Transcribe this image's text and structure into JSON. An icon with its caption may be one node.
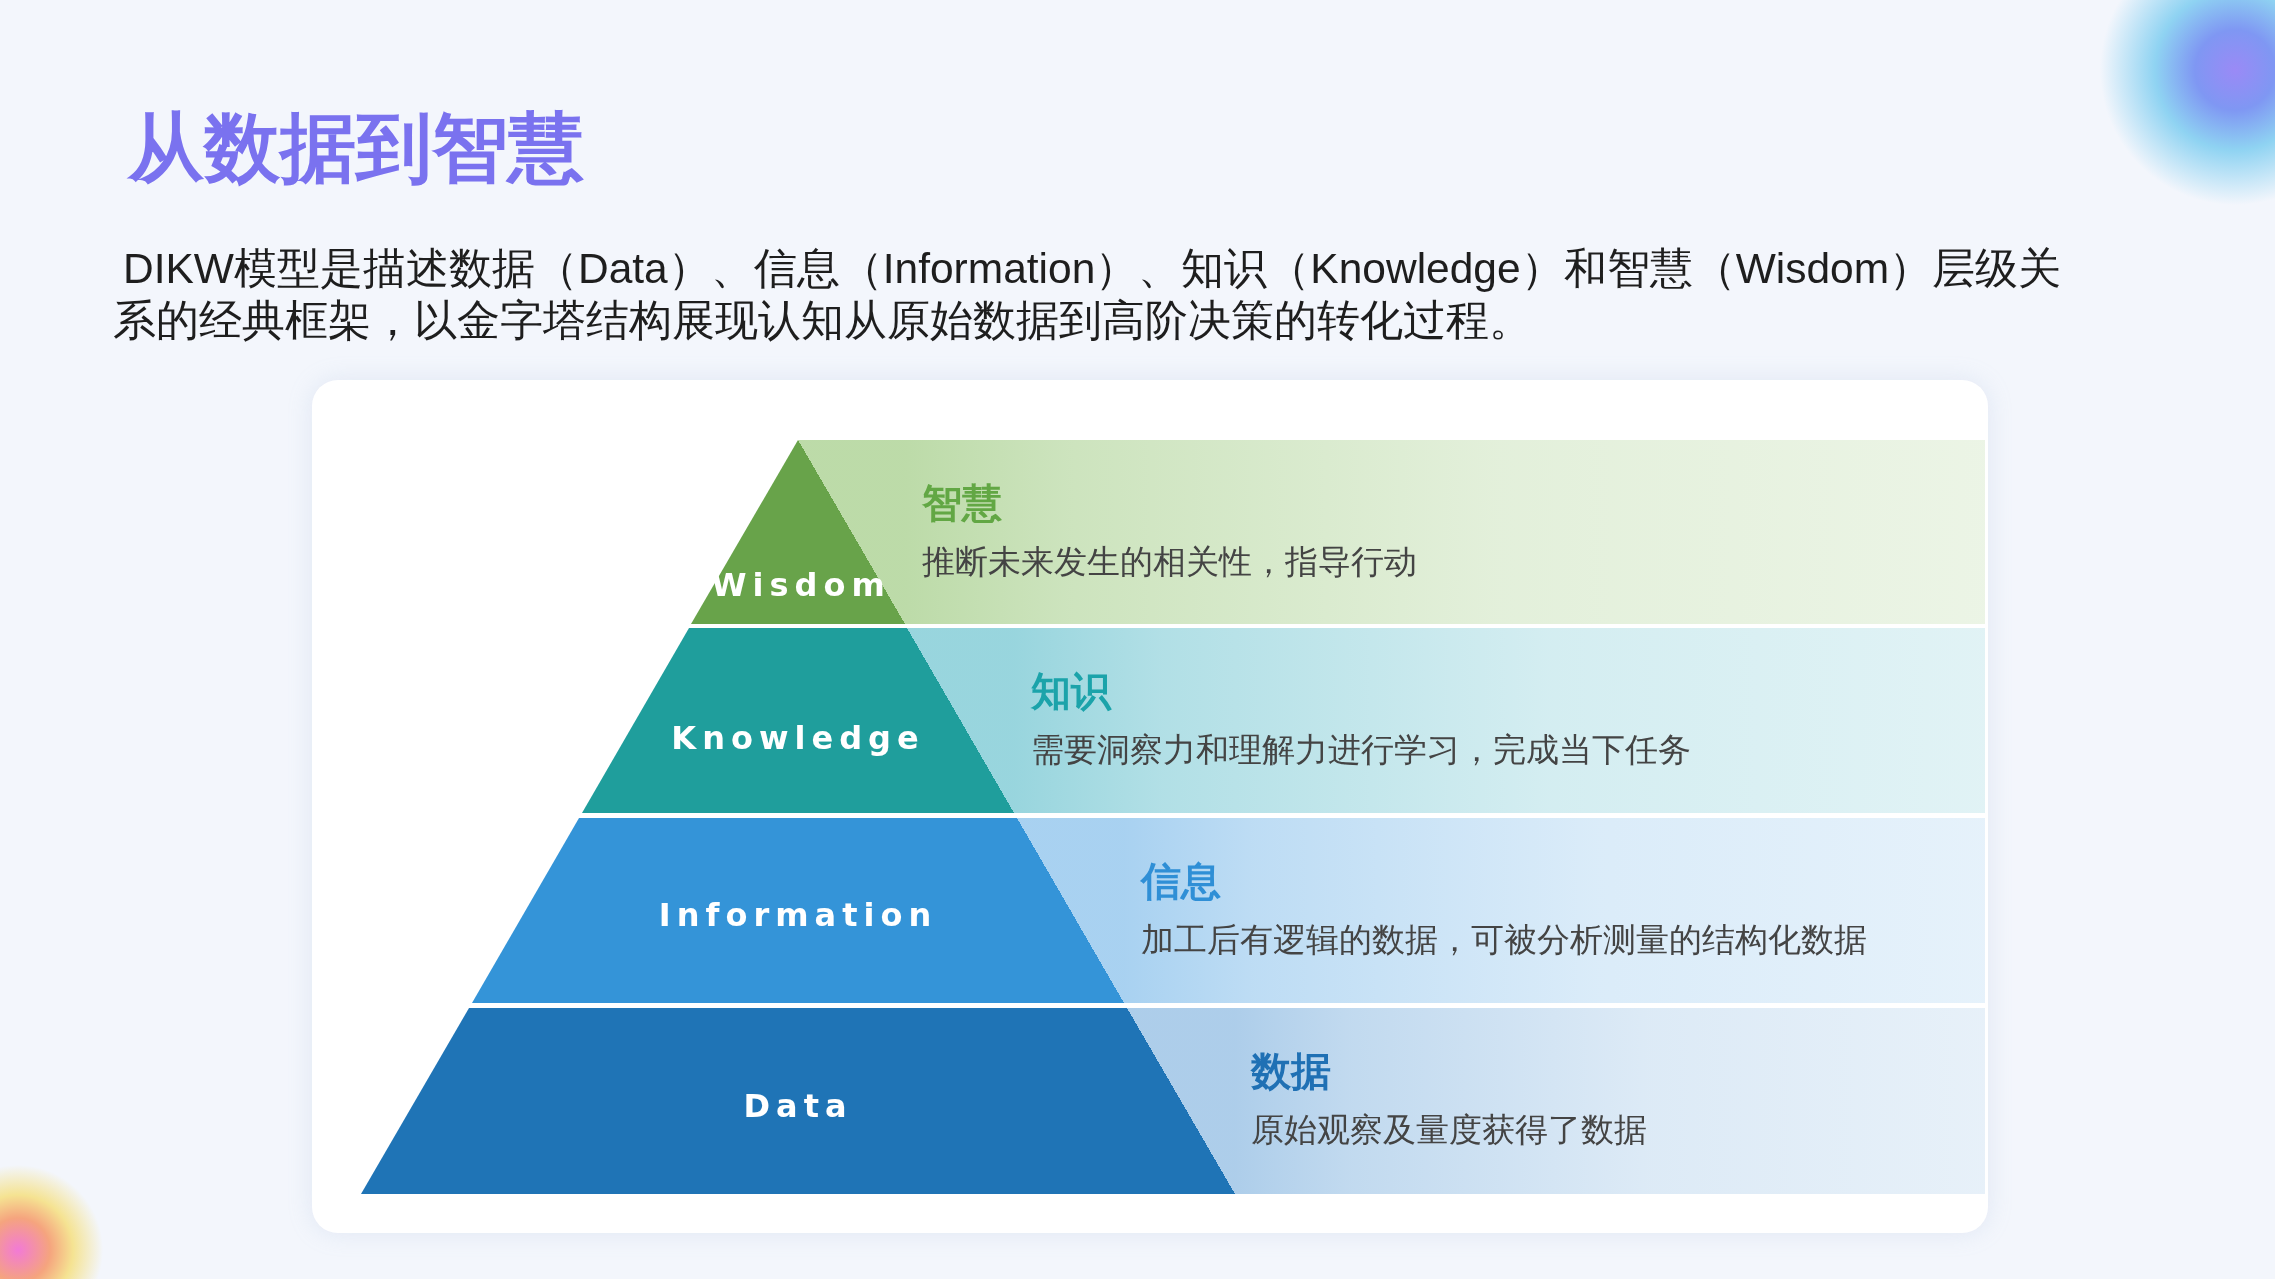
{
  "diagram": {
    "title": "从数据到智慧",
    "nodes": [
      {
        "text": [
          "Wisdom"
        ]
      },
      {
        "text": [
          "智慧",
          "推断未来发生的相关性，指导行动"
        ]
      },
      {
        "text": [
          "Knowledge"
        ]
      },
      {
        "text": [
          "知识",
          "需要洞察力和理解力进行学习，完成当下任务"
        ]
      },
      {
        "text": [
          "Information"
        ]
      },
      {
        "text": [
          "信息",
          "加工后有逻辑的数据，可被分析测量的结构化数据"
        ]
      },
      {
        "text": [
          "Data"
        ]
      },
      {
        "text": [
          "数据",
          "原始观察及量度获得了数据"
        ]
      }
    ],
    "labels": [
      "DIKW模型是描述数据（Data）、信息（Information）、知识（Knowledge）和智慧（Wisdom）层级关系的经典框架，以金字塔结构展现认知从原始数据到高阶决策的转化过程。"
    ]
  }
}
